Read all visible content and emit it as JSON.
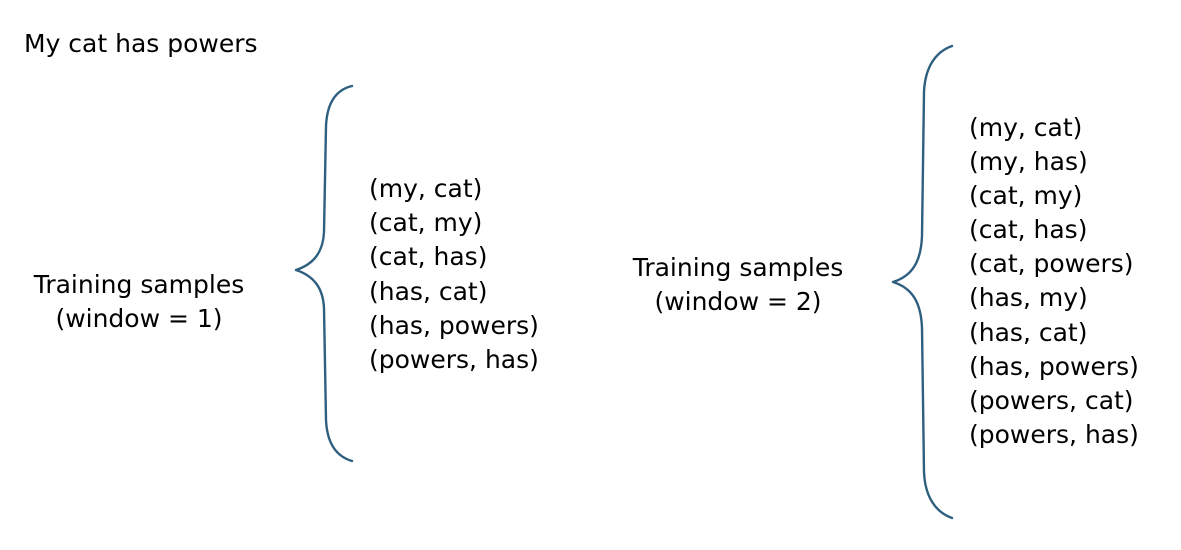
{
  "sentence": "My cat has powers",
  "groups": [
    {
      "label_line1": "Training samples",
      "label_line2": "(window = 1)",
      "pairs": [
        "(my, cat)",
        "(cat, my)",
        "(cat, has)",
        "(has, cat)",
        "(has, powers)",
        "(powers, has)"
      ]
    },
    {
      "label_line1": "Training samples",
      "label_line2": "(window = 2)",
      "pairs": [
        "(my, cat)",
        "(my, has)",
        "(cat, my)",
        "(cat, has)",
        "(cat, powers)",
        "(has, my)",
        "(has, cat)",
        "(has, powers)",
        "(powers, cat)",
        "(powers, has)"
      ]
    }
  ],
  "colors": {
    "brace": "#2e5f7f",
    "text": "#000000",
    "background": "#ffffff"
  }
}
